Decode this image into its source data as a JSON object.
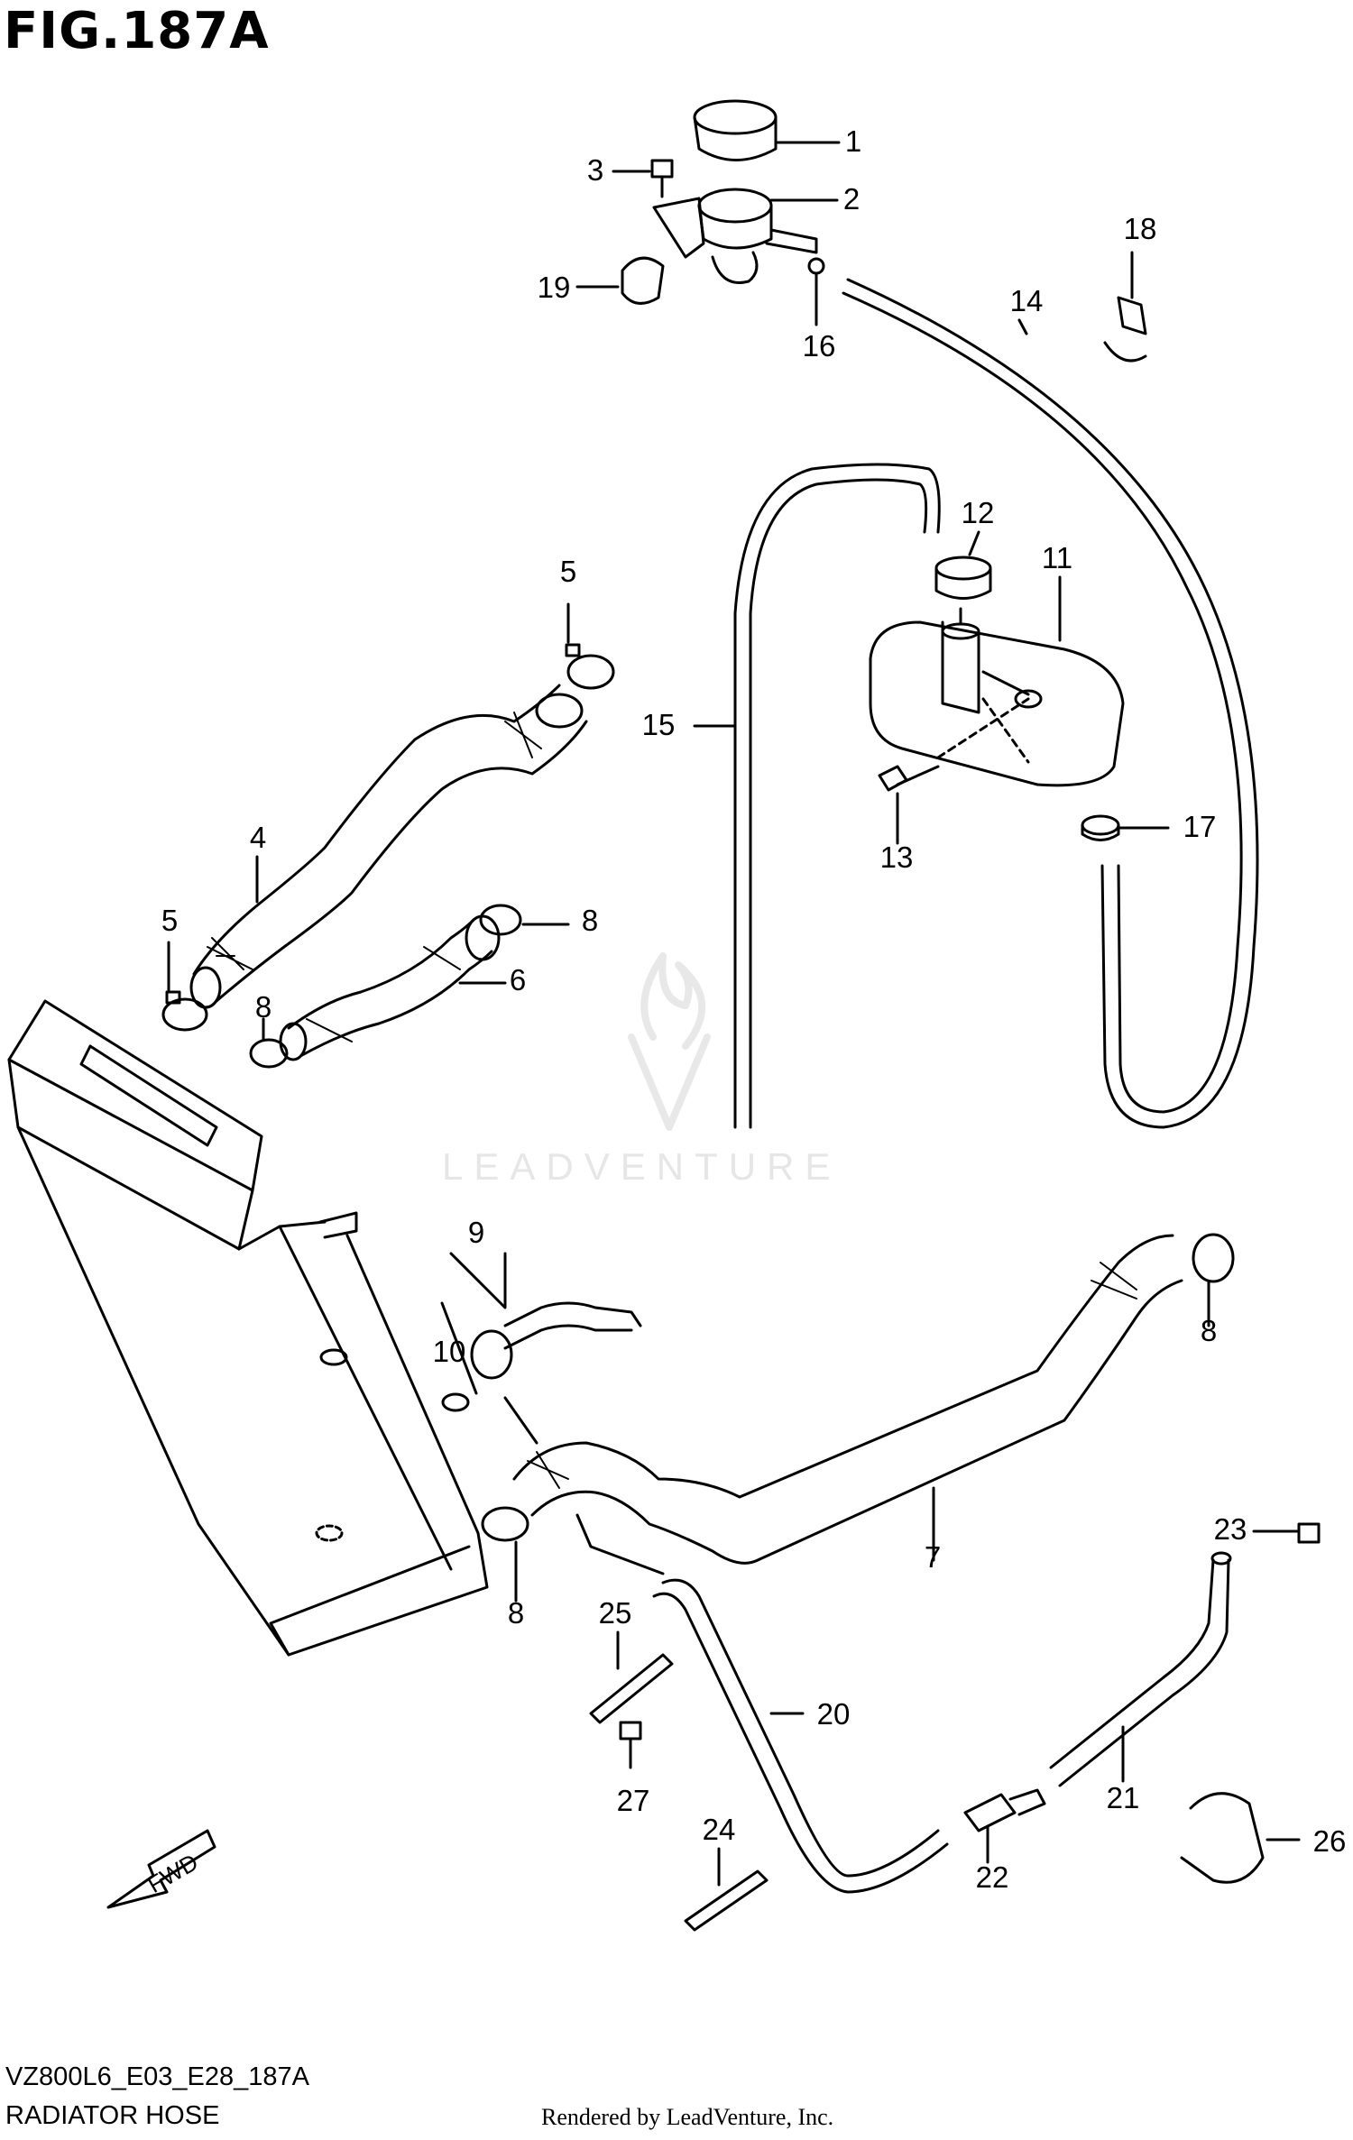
{
  "figure": {
    "title": "FIG.187A",
    "code": "VZ800L6_E03_E28_187A",
    "name": "RADIATOR HOSE",
    "rendered_by": "Rendered by LeadVenture, Inc.",
    "watermark": "LEADVENTURE",
    "direction_label": "FWD"
  },
  "callouts": [
    "1",
    "2",
    "3",
    "4",
    "5",
    "5",
    "6",
    "7",
    "8",
    "8",
    "8",
    "8",
    "9",
    "10",
    "11",
    "12",
    "13",
    "14",
    "15",
    "16",
    "17",
    "18",
    "19",
    "20",
    "21",
    "22",
    "23",
    "24",
    "25",
    "26",
    "27"
  ]
}
